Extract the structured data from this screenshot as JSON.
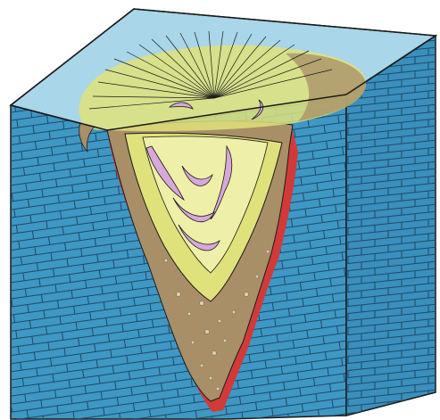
{
  "figure": {
    "kind": "geological block diagram",
    "labels": [],
    "colors": {
      "background": "#ffffff",
      "outline": "#1a1a1a",
      "block_left_face": "#3f97c4",
      "block_right_face": "#3a8fbd",
      "top_surface": "#a9d6e8",
      "brick_lines": "#1e4a66",
      "brown_fill": "#a88f67",
      "yellow_core": "#dfe27a",
      "pale_yellow": "#eef0a9",
      "pink_lenses": "#d8a8d8",
      "red_rim": "#d23a3a",
      "pebbles": "#d7d0b8"
    },
    "features": [
      "layered-limestone-block-icon",
      "funnel-shaped-sinkhole-fill",
      "yellow-nested-core",
      "pink-curved-lenses",
      "red-weathered-rim",
      "radial-cracks-at-surface"
    ]
  }
}
